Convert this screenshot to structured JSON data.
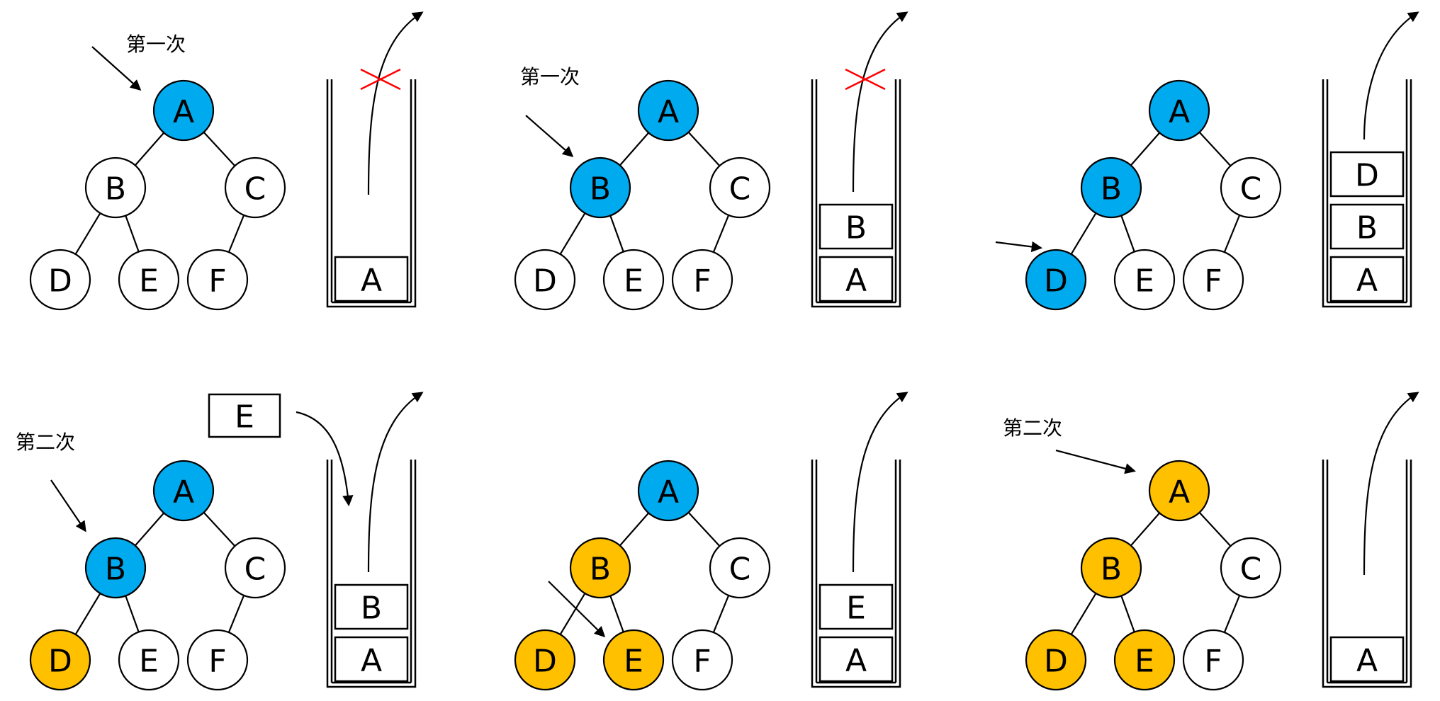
{
  "colors": {
    "visiting": "#00AAEE",
    "visited": "#FFC000",
    "unvisited": "#FFFFFF",
    "cross": "#FF0000"
  },
  "panels": [
    {
      "caption": "第一次",
      "nodes": [
        {
          "label": "A",
          "state": "visiting"
        },
        {
          "label": "B",
          "state": "unvisited"
        },
        {
          "label": "C",
          "state": "unvisited"
        },
        {
          "label": "D",
          "state": "unvisited"
        },
        {
          "label": "E",
          "state": "unvisited"
        },
        {
          "label": "F",
          "state": "unvisited"
        }
      ],
      "stack": [
        "A"
      ],
      "cross": true,
      "incoming": null
    },
    {
      "caption": "第一次",
      "nodes": [
        {
          "label": "A",
          "state": "visiting"
        },
        {
          "label": "B",
          "state": "visiting"
        },
        {
          "label": "C",
          "state": "unvisited"
        },
        {
          "label": "D",
          "state": "unvisited"
        },
        {
          "label": "E",
          "state": "unvisited"
        },
        {
          "label": "F",
          "state": "unvisited"
        }
      ],
      "stack": [
        "A",
        "B"
      ],
      "cross": true,
      "incoming": null
    },
    {
      "caption": "",
      "nodes": [
        {
          "label": "A",
          "state": "visiting"
        },
        {
          "label": "B",
          "state": "visiting"
        },
        {
          "label": "C",
          "state": "unvisited"
        },
        {
          "label": "D",
          "state": "visiting"
        },
        {
          "label": "E",
          "state": "unvisited"
        },
        {
          "label": "F",
          "state": "unvisited"
        }
      ],
      "stack": [
        "A",
        "B",
        "D"
      ],
      "cross": false,
      "incoming": null
    },
    {
      "caption": "第二次",
      "nodes": [
        {
          "label": "A",
          "state": "visiting"
        },
        {
          "label": "B",
          "state": "visiting"
        },
        {
          "label": "C",
          "state": "unvisited"
        },
        {
          "label": "D",
          "state": "visited"
        },
        {
          "label": "E",
          "state": "unvisited"
        },
        {
          "label": "F",
          "state": "unvisited"
        }
      ],
      "stack": [
        "A",
        "B"
      ],
      "cross": false,
      "incoming": "E"
    },
    {
      "caption": "",
      "nodes": [
        {
          "label": "A",
          "state": "visiting"
        },
        {
          "label": "B",
          "state": "visited"
        },
        {
          "label": "C",
          "state": "unvisited"
        },
        {
          "label": "D",
          "state": "visited"
        },
        {
          "label": "E",
          "state": "visited"
        },
        {
          "label": "F",
          "state": "unvisited"
        }
      ],
      "stack": [
        "A",
        "E"
      ],
      "cross": false,
      "incoming": null
    },
    {
      "caption": "第二次",
      "nodes": [
        {
          "label": "A",
          "state": "visited"
        },
        {
          "label": "B",
          "state": "visited"
        },
        {
          "label": "C",
          "state": "unvisited"
        },
        {
          "label": "D",
          "state": "visited"
        },
        {
          "label": "E",
          "state": "visited"
        },
        {
          "label": "F",
          "state": "unvisited"
        }
      ],
      "stack": [
        "A"
      ],
      "cross": false,
      "incoming": null
    }
  ]
}
